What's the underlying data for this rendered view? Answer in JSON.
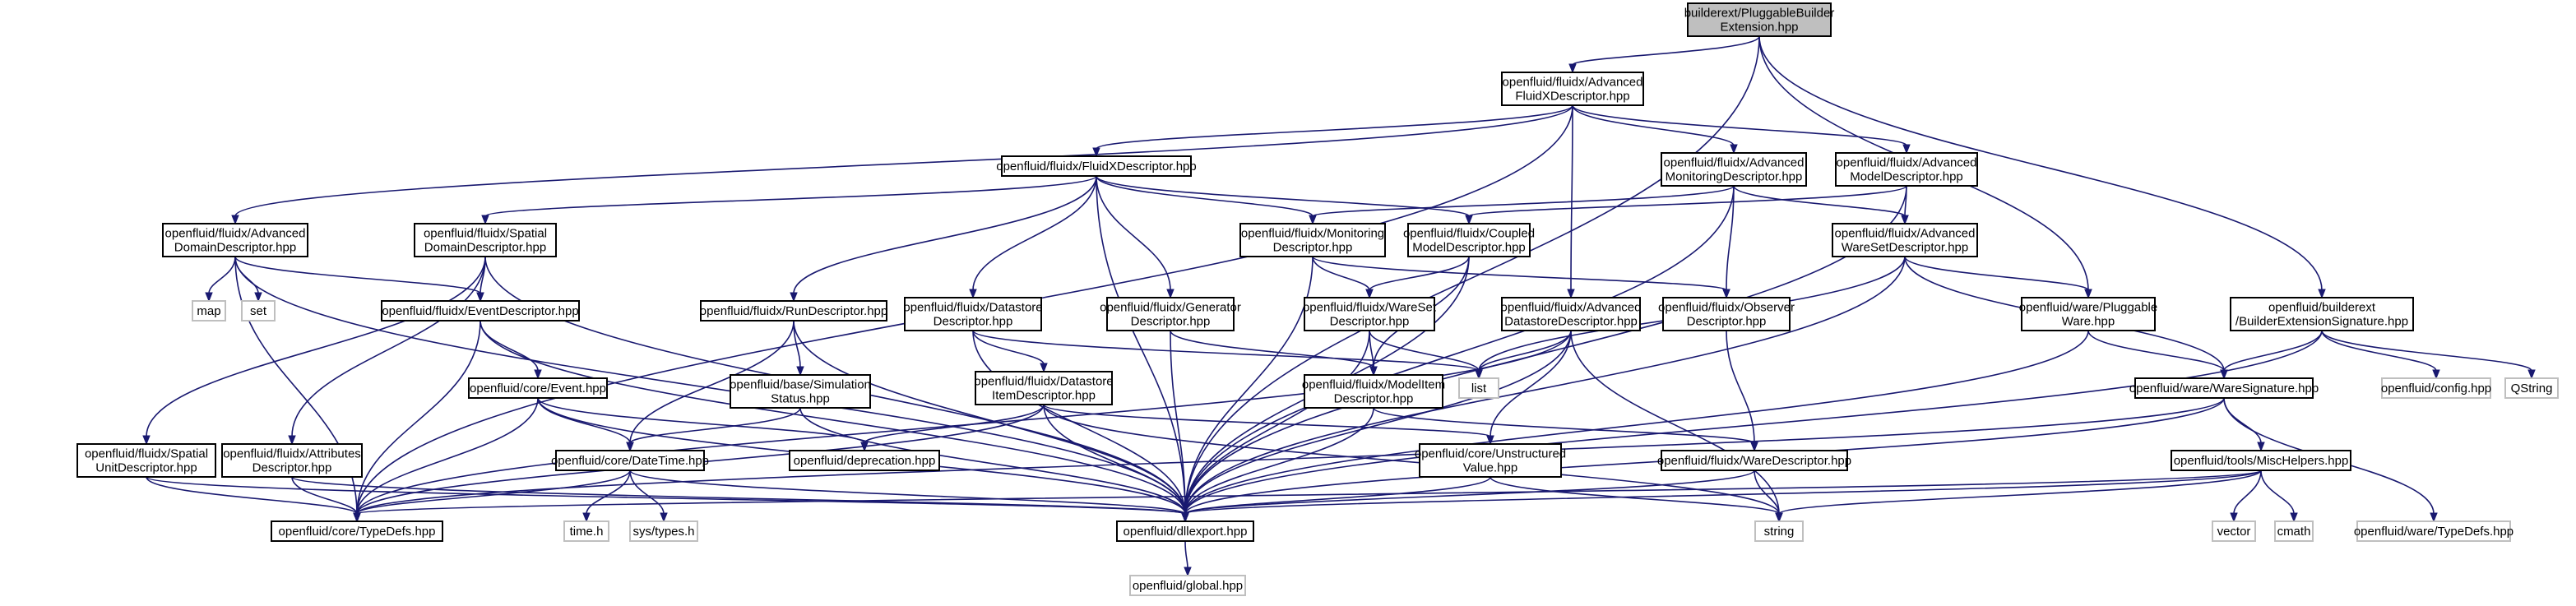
{
  "diagram": {
    "nodes": [
      {
        "id": "root",
        "lines": [
          "builderext/PluggableBuilder",
          "Extension.hpp"
        ],
        "kind": "root"
      },
      {
        "id": "advfx",
        "lines": [
          "openfluid/fluidx/Advanced",
          "FluidXDescriptor.hpp"
        ],
        "kind": "doc"
      },
      {
        "id": "fxdesc",
        "lines": [
          "openfluid/fluidx/FluidXDescriptor.hpp"
        ],
        "kind": "doc"
      },
      {
        "id": "advmon",
        "lines": [
          "openfluid/fluidx/Advanced",
          "MonitoringDescriptor.hpp"
        ],
        "kind": "doc"
      },
      {
        "id": "advmodel",
        "lines": [
          "openfluid/fluidx/Advanced",
          "ModelDescriptor.hpp"
        ],
        "kind": "doc"
      },
      {
        "id": "advdomain",
        "lines": [
          "openfluid/fluidx/Advanced",
          "DomainDescriptor.hpp"
        ],
        "kind": "doc"
      },
      {
        "id": "spatialdom",
        "lines": [
          "openfluid/fluidx/Spatial",
          "DomainDescriptor.hpp"
        ],
        "kind": "doc"
      },
      {
        "id": "mondesc",
        "lines": [
          "openfluid/fluidx/Monitoring",
          "Descriptor.hpp"
        ],
        "kind": "doc"
      },
      {
        "id": "coupled",
        "lines": [
          "openfluid/fluidx/Coupled",
          "ModelDescriptor.hpp"
        ],
        "kind": "doc"
      },
      {
        "id": "advwareset",
        "lines": [
          "openfluid/fluidx/Advanced",
          "WareSetDescriptor.hpp"
        ],
        "kind": "doc"
      },
      {
        "id": "map",
        "lines": [
          "map"
        ],
        "kind": "ext"
      },
      {
        "id": "set",
        "lines": [
          "set"
        ],
        "kind": "ext"
      },
      {
        "id": "eventdesc",
        "lines": [
          "openfluid/fluidx/EventDescriptor.hpp"
        ],
        "kind": "doc"
      },
      {
        "id": "rundesc",
        "lines": [
          "openfluid/fluidx/RunDescriptor.hpp"
        ],
        "kind": "doc"
      },
      {
        "id": "datastoredesc",
        "lines": [
          "openfluid/fluidx/Datastore",
          "Descriptor.hpp"
        ],
        "kind": "doc"
      },
      {
        "id": "gendesc",
        "lines": [
          "openfluid/fluidx/Generator",
          "Descriptor.hpp"
        ],
        "kind": "doc"
      },
      {
        "id": "waresetdesc",
        "lines": [
          "openfluid/fluidx/WareSet",
          "Descriptor.hpp"
        ],
        "kind": "doc"
      },
      {
        "id": "advdatastore",
        "lines": [
          "openfluid/fluidx/Advanced",
          "DatastoreDescriptor.hpp"
        ],
        "kind": "doc"
      },
      {
        "id": "observer",
        "lines": [
          "openfluid/fluidx/Observer",
          "Descriptor.hpp"
        ],
        "kind": "doc"
      },
      {
        "id": "pluggableware",
        "lines": [
          "openfluid/ware/Pluggable",
          "Ware.hpp"
        ],
        "kind": "doc"
      },
      {
        "id": "besig",
        "lines": [
          "openfluid/builderext",
          "/BuilderExtensionSignature.hpp"
        ],
        "kind": "doc"
      },
      {
        "id": "coreevent",
        "lines": [
          "openfluid/core/Event.hpp"
        ],
        "kind": "doc"
      },
      {
        "id": "simstatus",
        "lines": [
          "openfluid/base/Simulation",
          "Status.hpp"
        ],
        "kind": "doc"
      },
      {
        "id": "dsitem",
        "lines": [
          "openfluid/fluidx/Datastore",
          "ItemDescriptor.hpp"
        ],
        "kind": "doc"
      },
      {
        "id": "modelitem",
        "lines": [
          "openfluid/fluidx/ModelItem",
          "Descriptor.hpp"
        ],
        "kind": "doc"
      },
      {
        "id": "list",
        "lines": [
          "list"
        ],
        "kind": "ext"
      },
      {
        "id": "waresig",
        "lines": [
          "openfluid/ware/WareSignature.hpp"
        ],
        "kind": "doc"
      },
      {
        "id": "config",
        "lines": [
          "openfluid/config.hpp"
        ],
        "kind": "ext"
      },
      {
        "id": "qstring",
        "lines": [
          "QString"
        ],
        "kind": "ext"
      },
      {
        "id": "spatialunit",
        "lines": [
          "openfluid/fluidx/Spatial",
          "UnitDescriptor.hpp"
        ],
        "kind": "doc"
      },
      {
        "id": "attrdesc",
        "lines": [
          "openfluid/fluidx/Attributes",
          "Descriptor.hpp"
        ],
        "kind": "doc"
      },
      {
        "id": "deprecation",
        "lines": [
          "openfluid/deprecation.hpp"
        ],
        "kind": "doc"
      },
      {
        "id": "datetime",
        "lines": [
          "openfluid/core/DateTime.hpp"
        ],
        "kind": "doc"
      },
      {
        "id": "unstruct",
        "lines": [
          "openfluid/core/Unstructured",
          "Value.hpp"
        ],
        "kind": "doc"
      },
      {
        "id": "waredesc",
        "lines": [
          "openfluid/fluidx/WareDescriptor.hpp"
        ],
        "kind": "doc"
      },
      {
        "id": "misc",
        "lines": [
          "openfluid/tools/MiscHelpers.hpp"
        ],
        "kind": "doc"
      },
      {
        "id": "coretypedefs",
        "lines": [
          "openfluid/core/TypeDefs.hpp"
        ],
        "kind": "doc"
      },
      {
        "id": "dllexport",
        "lines": [
          "openfluid/dllexport.hpp"
        ],
        "kind": "doc"
      },
      {
        "id": "timeh",
        "lines": [
          "time.h"
        ],
        "kind": "ext"
      },
      {
        "id": "systypes",
        "lines": [
          "sys/types.h"
        ],
        "kind": "ext"
      },
      {
        "id": "string",
        "lines": [
          "string"
        ],
        "kind": "ext"
      },
      {
        "id": "vector",
        "lines": [
          "vector"
        ],
        "kind": "ext"
      },
      {
        "id": "cmath",
        "lines": [
          "cmath"
        ],
        "kind": "ext"
      },
      {
        "id": "waretypedefs",
        "lines": [
          "openfluid/ware/TypeDefs.hpp"
        ],
        "kind": "ext"
      },
      {
        "id": "global",
        "lines": [
          "openfluid/global.hpp"
        ],
        "kind": "ext"
      }
    ],
    "edges": [
      [
        "root",
        "advfx"
      ],
      [
        "root",
        "pluggableware"
      ],
      [
        "root",
        "besig"
      ],
      [
        "root",
        "dllexport"
      ],
      [
        "advfx",
        "fxdesc"
      ],
      [
        "advfx",
        "advmon"
      ],
      [
        "advfx",
        "advmodel"
      ],
      [
        "advfx",
        "advdomain"
      ],
      [
        "advfx",
        "advdatastore"
      ],
      [
        "advfx",
        "coretypedefs"
      ],
      [
        "fxdesc",
        "spatialdom"
      ],
      [
        "fxdesc",
        "mondesc"
      ],
      [
        "fxdesc",
        "coupled"
      ],
      [
        "fxdesc",
        "rundesc"
      ],
      [
        "fxdesc",
        "datastoredesc"
      ],
      [
        "fxdesc",
        "gendesc"
      ],
      [
        "fxdesc",
        "dllexport"
      ],
      [
        "advmon",
        "mondesc"
      ],
      [
        "advmon",
        "advwareset"
      ],
      [
        "advmon",
        "observer"
      ],
      [
        "advmon",
        "dllexport"
      ],
      [
        "advmodel",
        "coupled"
      ],
      [
        "advmodel",
        "advwareset"
      ],
      [
        "advmodel",
        "dllexport"
      ],
      [
        "advdomain",
        "map"
      ],
      [
        "advdomain",
        "set"
      ],
      [
        "advdomain",
        "eventdesc"
      ],
      [
        "advdomain",
        "coretypedefs"
      ],
      [
        "advdomain",
        "dllexport"
      ],
      [
        "spatialdom",
        "eventdesc"
      ],
      [
        "spatialdom",
        "spatialunit"
      ],
      [
        "spatialdom",
        "attrdesc"
      ],
      [
        "spatialdom",
        "dllexport"
      ],
      [
        "mondesc",
        "waresetdesc"
      ],
      [
        "mondesc",
        "observer"
      ],
      [
        "mondesc",
        "dllexport"
      ],
      [
        "coupled",
        "waresetdesc"
      ],
      [
        "coupled",
        "modelitem"
      ],
      [
        "coupled",
        "dllexport"
      ],
      [
        "advwareset",
        "pluggableware"
      ],
      [
        "advwareset",
        "waresig"
      ],
      [
        "advwareset",
        "list"
      ],
      [
        "advwareset",
        "dllexport"
      ],
      [
        "eventdesc",
        "coreevent"
      ],
      [
        "eventdesc",
        "coretypedefs"
      ],
      [
        "eventdesc",
        "dllexport"
      ],
      [
        "rundesc",
        "simstatus"
      ],
      [
        "rundesc",
        "datetime"
      ],
      [
        "rundesc",
        "dllexport"
      ],
      [
        "datastoredesc",
        "dsitem"
      ],
      [
        "datastoredesc",
        "list"
      ],
      [
        "datastoredesc",
        "dllexport"
      ],
      [
        "gendesc",
        "modelitem"
      ],
      [
        "gendesc",
        "dllexport"
      ],
      [
        "waresetdesc",
        "modelitem"
      ],
      [
        "waresetdesc",
        "list"
      ],
      [
        "waresetdesc",
        "dllexport"
      ],
      [
        "advdatastore",
        "list"
      ],
      [
        "advdatastore",
        "unstruct"
      ],
      [
        "advdatastore",
        "coretypedefs"
      ],
      [
        "advdatastore",
        "string"
      ],
      [
        "advdatastore",
        "dllexport"
      ],
      [
        "observer",
        "waredesc"
      ],
      [
        "pluggableware",
        "waresig"
      ],
      [
        "pluggableware",
        "dllexport"
      ],
      [
        "besig",
        "waresig"
      ],
      [
        "besig",
        "config"
      ],
      [
        "besig",
        "qstring"
      ],
      [
        "besig",
        "dllexport"
      ],
      [
        "coreevent",
        "datetime"
      ],
      [
        "coreevent",
        "deprecation"
      ],
      [
        "coreevent",
        "coretypedefs"
      ],
      [
        "coreevent",
        "dllexport"
      ],
      [
        "simstatus",
        "datetime"
      ],
      [
        "simstatus",
        "dllexport"
      ],
      [
        "dsitem",
        "unstruct"
      ],
      [
        "dsitem",
        "deprecation"
      ],
      [
        "dsitem",
        "coretypedefs"
      ],
      [
        "dsitem",
        "string"
      ],
      [
        "dsitem",
        "dllexport"
      ],
      [
        "modelitem",
        "waredesc"
      ],
      [
        "modelitem",
        "dllexport"
      ],
      [
        "waresig",
        "misc"
      ],
      [
        "waresig",
        "waretypedefs"
      ],
      [
        "waresig",
        "coretypedefs"
      ],
      [
        "waresig",
        "dllexport"
      ],
      [
        "spatialunit",
        "coretypedefs"
      ],
      [
        "spatialunit",
        "dllexport"
      ],
      [
        "attrdesc",
        "coretypedefs"
      ],
      [
        "attrdesc",
        "dllexport"
      ],
      [
        "datetime",
        "timeh"
      ],
      [
        "datetime",
        "systypes"
      ],
      [
        "datetime",
        "coretypedefs"
      ],
      [
        "datetime",
        "dllexport"
      ],
      [
        "unstruct",
        "string"
      ],
      [
        "unstruct",
        "dllexport"
      ],
      [
        "waredesc",
        "string"
      ],
      [
        "waredesc",
        "dllexport"
      ],
      [
        "misc",
        "vector"
      ],
      [
        "misc",
        "cmath"
      ],
      [
        "misc",
        "string"
      ],
      [
        "misc",
        "coretypedefs"
      ],
      [
        "misc",
        "dllexport"
      ],
      [
        "dllexport",
        "global"
      ]
    ]
  }
}
